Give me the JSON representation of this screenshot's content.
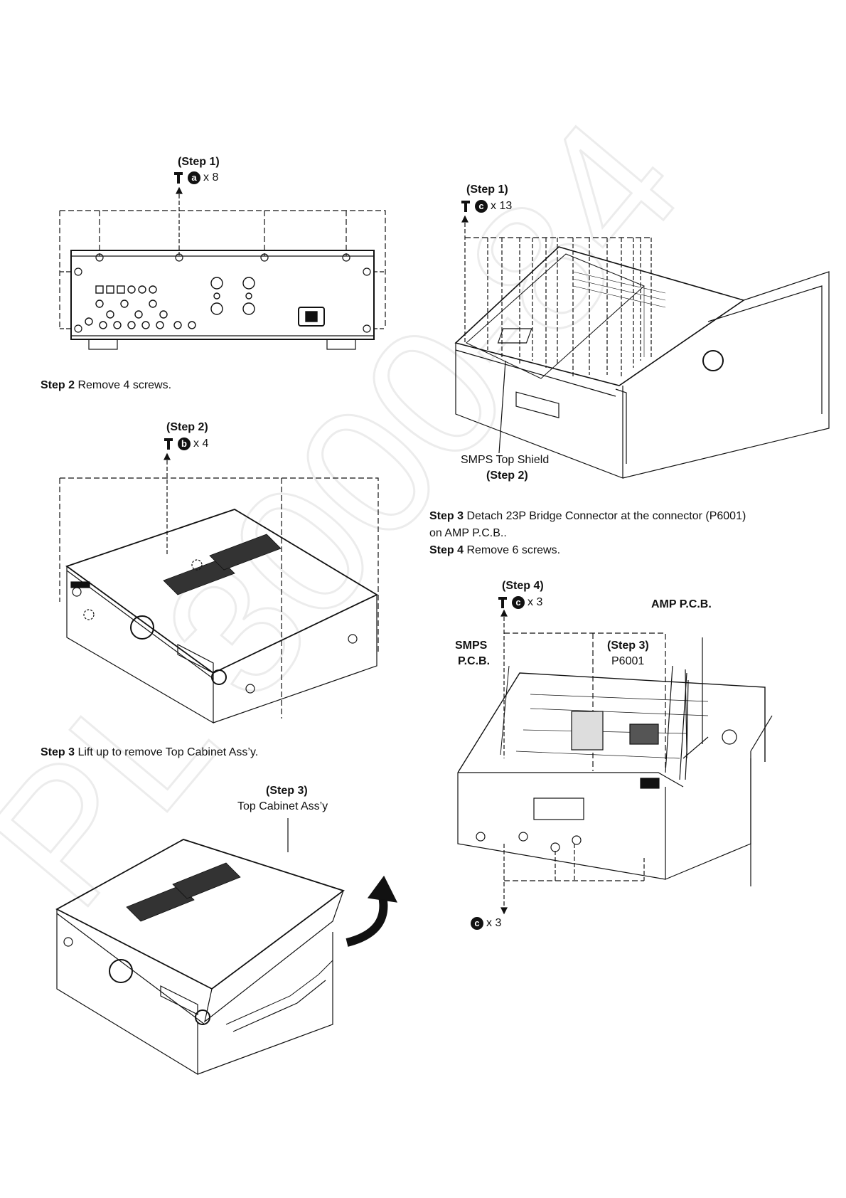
{
  "watermark": "PL 3000-84",
  "fig1": {
    "step_label": "(Step 1)",
    "screw_letter": "a",
    "screw_count": "x 8"
  },
  "step2_text": {
    "step": "Step 2",
    "text": " Remove 4 screws."
  },
  "fig2": {
    "step_label": "(Step 2)",
    "screw_letter": "b",
    "screw_count": "x 4"
  },
  "step3_text": {
    "step": "Step 3",
    "text": " Lift up to remove Top Cabinet Ass’y."
  },
  "fig3": {
    "step_label": "(Step 3)",
    "part_label": "Top Cabinet Ass’y"
  },
  "fig4": {
    "step_label": "(Step 1)",
    "screw_letter": "c",
    "screw_count": "x 13",
    "shield_label": "SMPS Top Shield",
    "shield_step": "(Step 2)"
  },
  "right_text": {
    "step3": "Step 3",
    "step3_text": " Detach 23P Bridge Connector at the connector (P6001)",
    "step3_text2": "on AMP P.C.B..",
    "step4": "Step 4",
    "step4_text": " Remove 6 screws."
  },
  "fig5": {
    "step_label": "(Step 4)",
    "screw_letter": "c",
    "screw_count": "x 3",
    "amp_label": "AMP P.C.B.",
    "smps_label_1": "SMPS",
    "smps_label_2": "P.C.B.",
    "conn_step": "(Step 3)",
    "conn_label": "P6001",
    "bottom_letter": "c",
    "bottom_count": "x 3"
  }
}
